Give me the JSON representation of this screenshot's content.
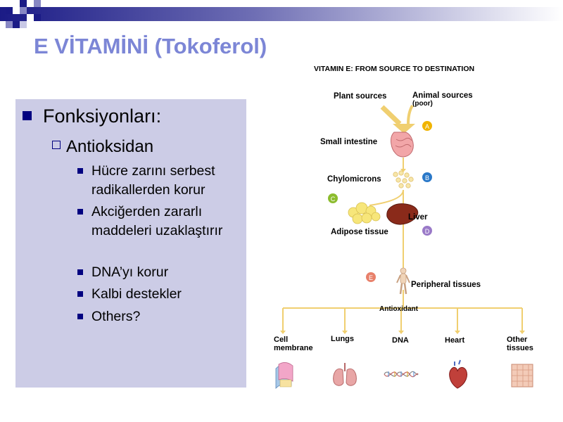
{
  "slide": {
    "title": "E VİTAMİNİ (Tokoferol)",
    "l1_item": "Fonksiyonları:",
    "l2_item": "Antioksidan",
    "l3_items": [
      "Hücre zarını serbest radikallerden korur",
      "Akciğerden zararlı maddeleri uzaklaştırır",
      "DNA’yı korur",
      "Kalbi destekler",
      "Others?"
    ]
  },
  "diagram": {
    "title": "VITAMIN E:  FROM SOURCE TO DESTINATION",
    "plant_sources": "Plant sources",
    "animal_sources": "Animal sources",
    "animal_note": "(poor)",
    "small_intestine": "Small intestine",
    "chylomicrons": "Chylomicrons",
    "liver": "Liver",
    "adipose": "Adipose tissue",
    "peripheral": "Peripheral tissues",
    "antioxidant": "Antioxidant",
    "badges": [
      "A",
      "B",
      "C",
      "D",
      "E"
    ],
    "badge_colors": {
      "A": "#f0b400",
      "B": "#2a78c8",
      "C": "#8cbc2e",
      "D": "#9a7ac8",
      "E": "#e8806a"
    },
    "destinations": [
      {
        "line1": "Cell",
        "line2": "membrane"
      },
      {
        "line1": "Lungs",
        "line2": ""
      },
      {
        "line1": "DNA",
        "line2": ""
      },
      {
        "line1": "Heart",
        "line2": ""
      },
      {
        "line1": "Other",
        "line2": "tissues"
      }
    ],
    "destination_icons": [
      "cell-membrane-icon",
      "lungs-icon",
      "dna-icon",
      "heart-icon",
      "tissue-icon"
    ]
  },
  "theme": {
    "title_color": "#7c86d6",
    "box_color": "#cccce6",
    "bullet_color": "#000080",
    "arrow_color": "#f0cf70"
  }
}
